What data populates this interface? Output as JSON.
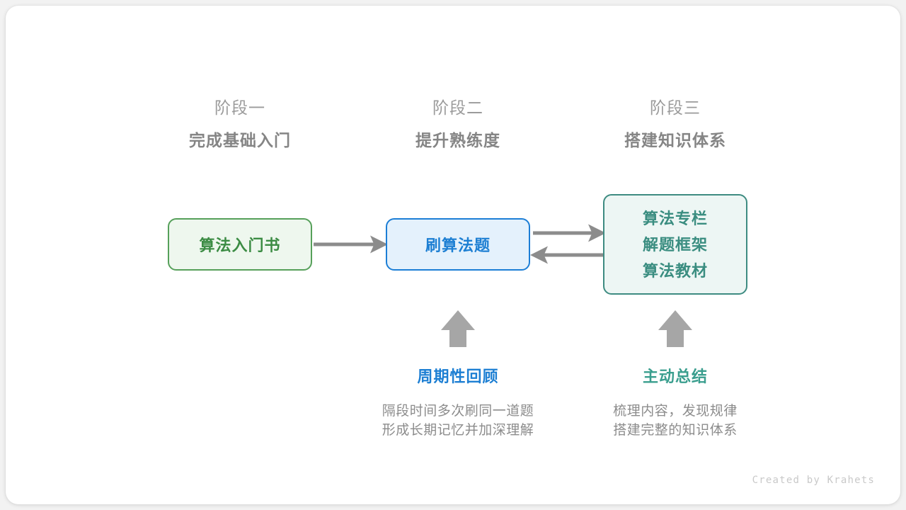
{
  "diagram": {
    "stages": [
      {
        "number": "阶段一",
        "title": "完成基础入门"
      },
      {
        "number": "阶段二",
        "title": "提升熟练度"
      },
      {
        "number": "阶段三",
        "title": "搭建知识体系"
      }
    ],
    "nodes": [
      {
        "id": "book",
        "lines": [
          "算法入门书"
        ],
        "color": "#3c8c44",
        "border_color": "#56a05a",
        "background": "#eef7ee"
      },
      {
        "id": "practice",
        "lines": [
          "刷算法题"
        ],
        "color": "#1d7fd3",
        "border_color": "#1c7ed6",
        "background": "#e4f1fc"
      },
      {
        "id": "resources",
        "lines": [
          "算法专栏",
          "解题框架",
          "算法教材"
        ],
        "color": "#3a8d80",
        "border_color": "#3d8b81",
        "background": "#edf6f4"
      }
    ],
    "connectors": [
      {
        "id": "book-to-practice",
        "direction": "right"
      },
      {
        "id": "practice-to-resources",
        "direction": "right"
      },
      {
        "id": "resources-to-practice",
        "direction": "left"
      },
      {
        "id": "review-up-arrow",
        "direction": "up"
      },
      {
        "id": "summary-up-arrow",
        "direction": "up"
      }
    ],
    "annotations": [
      {
        "id": "periodic-review",
        "title": "周期性回顾",
        "accent": "#1d7fd3",
        "desc_line_1": "隔段时间多次刷同一道题",
        "desc_line_2": "形成长期记忆并加深理解"
      },
      {
        "id": "active-summary",
        "title": "主动总结",
        "accent": "#3a9e8e",
        "desc_line_1": "梳理内容，发现规律",
        "desc_line_2": "搭建完整的知识体系"
      }
    ],
    "arrow_color": "#8c8c8c",
    "credit": "Created by Krahets"
  }
}
